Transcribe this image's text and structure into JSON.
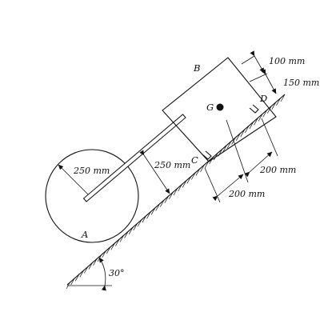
{
  "labels": {
    "A": "A",
    "B": "B",
    "C": "C",
    "D": "D",
    "G": "G"
  },
  "dimensions": {
    "wheel_radius": "250 mm",
    "axle_height": "250 mm",
    "d_100": "100 mm",
    "d_150": "150 mm",
    "d_200_right": "200 mm",
    "d_200_bottom": "200 mm"
  },
  "angle": "30°"
}
